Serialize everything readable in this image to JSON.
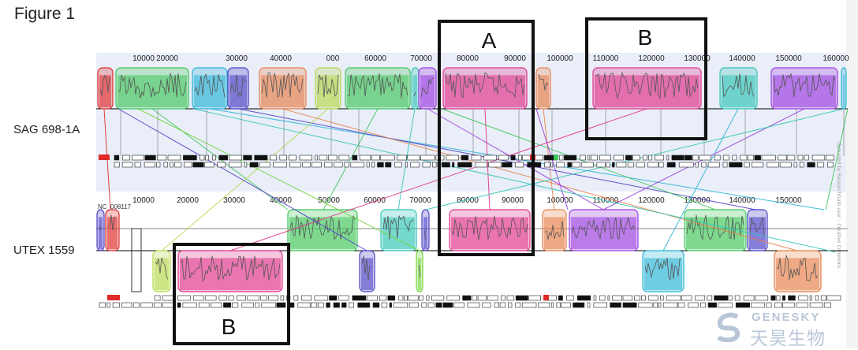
{
  "figure": {
    "title": "Figure 1"
  },
  "genomes": [
    {
      "label": "SAG 698-1A",
      "seq_id": ""
    },
    {
      "label": "UTEX 1559",
      "seq_id": "NC_008117"
    }
  ],
  "ruler_top": [
    "10000",
    "20000",
    "30000",
    "40000",
    "000",
    "60000",
    "70000",
    "80000",
    "90000",
    "100000",
    "110000",
    "120000",
    "130000",
    "140000",
    "150000",
    "160000"
  ],
  "ruler_bottom": [
    "10000",
    "20000",
    "30000",
    "40000",
    "50000",
    "60000",
    "70000",
    "80000",
    "90000",
    "100000",
    "110000",
    "120000",
    "130000",
    "140000",
    "150000"
  ],
  "callouts": [
    {
      "label": "A"
    },
    {
      "label": "B"
    },
    {
      "label": "B"
    }
  ],
  "colors": {
    "pink": "#e0338a",
    "orange": "#e8804a",
    "green": "#3fc65a",
    "teal": "#33c6b6",
    "cyan": "#2ab4d6",
    "purple": "#9a3ce0",
    "blue": "#4b3fc6",
    "yellowgreen": "#b6d84a",
    "red": "#e02a2a",
    "lightgreen": "#72d43a"
  },
  "sidebar_text": "Uploaded by ResearchGate user – Creative Commons",
  "watermark": {
    "en": "GENESKY",
    "cn": "天昊生物"
  }
}
